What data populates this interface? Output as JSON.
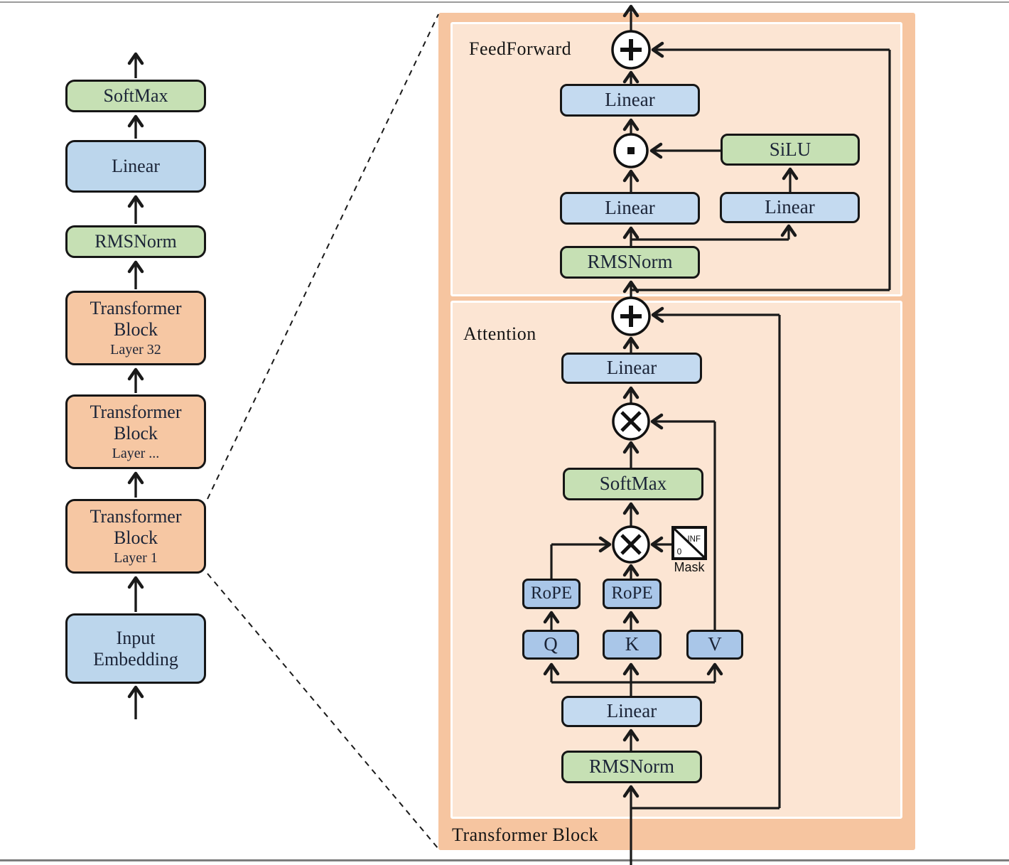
{
  "colors": {
    "outer_panel": "#f6c5a0",
    "inner_panel": "#fce5d3",
    "blue_box": "#c4daf0",
    "qkv_box": "#a9c6e8",
    "green_box": "#c6e0b4",
    "orange_box": "#f6c7a3",
    "line": "#1a1a1a"
  },
  "left_diagram": {
    "boxes": [
      {
        "label": "SoftMax"
      },
      {
        "label": "Linear"
      },
      {
        "label": "RMSNorm"
      },
      {
        "label": "Transformer Block",
        "sublabel": "Layer 32"
      },
      {
        "label": "Transformer Block",
        "sublabel": "Layer ..."
      },
      {
        "label": "Transformer Block",
        "sublabel": "Layer 1"
      },
      {
        "label": "Input Embedding"
      }
    ]
  },
  "detail_panel": {
    "title": "Transformer Block",
    "feedforward": {
      "section_label": "FeedForward",
      "linear_output": "Linear",
      "silu": "SiLU",
      "linear_gate": "Linear",
      "linear_up": "Linear",
      "rmsnorm": "RMSNorm"
    },
    "attention": {
      "section_label": "Attention",
      "linear_output": "Linear",
      "softmax": "SoftMax",
      "rope_q": "RoPE",
      "rope_k": "RoPE",
      "q": "Q",
      "k": "K",
      "v": "V",
      "linear_qkv": "Linear",
      "rmsnorm": "RMSNorm",
      "mask_label": "Mask",
      "mask_neg_inf": "-INF",
      "mask_zero": "0"
    }
  }
}
